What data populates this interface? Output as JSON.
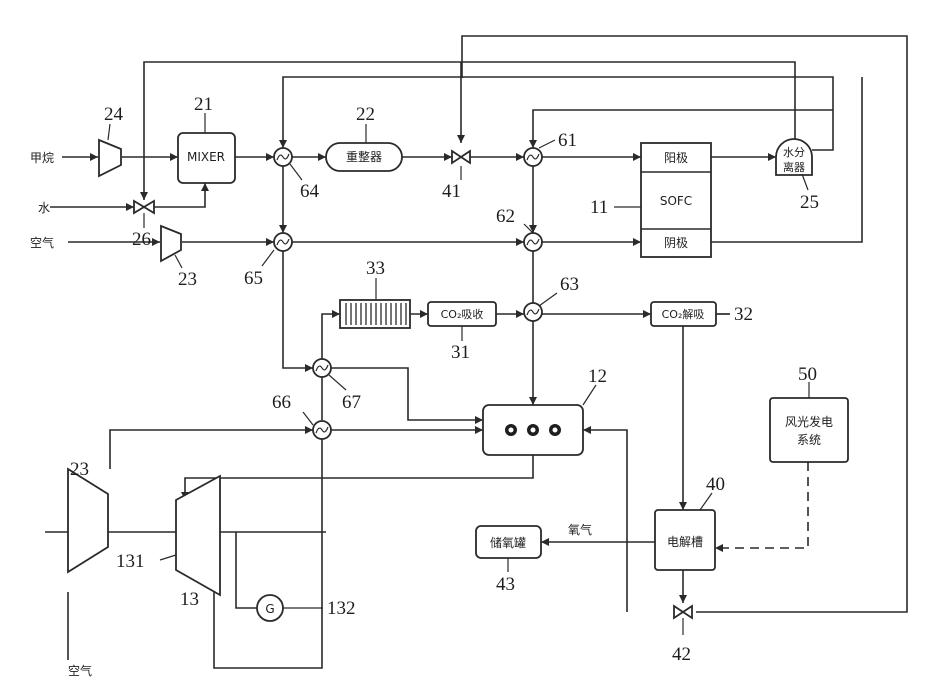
{
  "inputs": {
    "methane": "甲烷",
    "water": "水",
    "air_left": "空气",
    "air_bottom": "空气"
  },
  "blocks": {
    "mixer": "MIXER",
    "reformer": "重整器",
    "anode": "阳极",
    "sofc": "SOFC",
    "cathode": "阴极",
    "separator_line1": "水分",
    "separator_line2": "离器",
    "co2_absorb": "CO₂吸收",
    "co2_desorb": "CO₂解吸",
    "wind_solar_line1": "风光发电",
    "wind_solar_line2": "系统",
    "electrolyzer": "电解槽",
    "oxygen_storage": "储氧罐",
    "oxygen_label": "氧气",
    "generator": "G"
  },
  "ref_numbers": {
    "n24": "24",
    "n21": "21",
    "n22": "22",
    "n61": "61",
    "n41": "41",
    "n64": "64",
    "n11": "11",
    "n25": "25",
    "n62": "62",
    "n26": "26",
    "n23a": "23",
    "n65": "65",
    "n33": "33",
    "n63": "63",
    "n32": "32",
    "n31": "31",
    "n12": "12",
    "n50": "50",
    "n67": "67",
    "n66": "66",
    "n23b": "23",
    "n40": "40",
    "n131": "131",
    "n13": "13",
    "n43": "43",
    "n132": "132",
    "n42": "42"
  }
}
